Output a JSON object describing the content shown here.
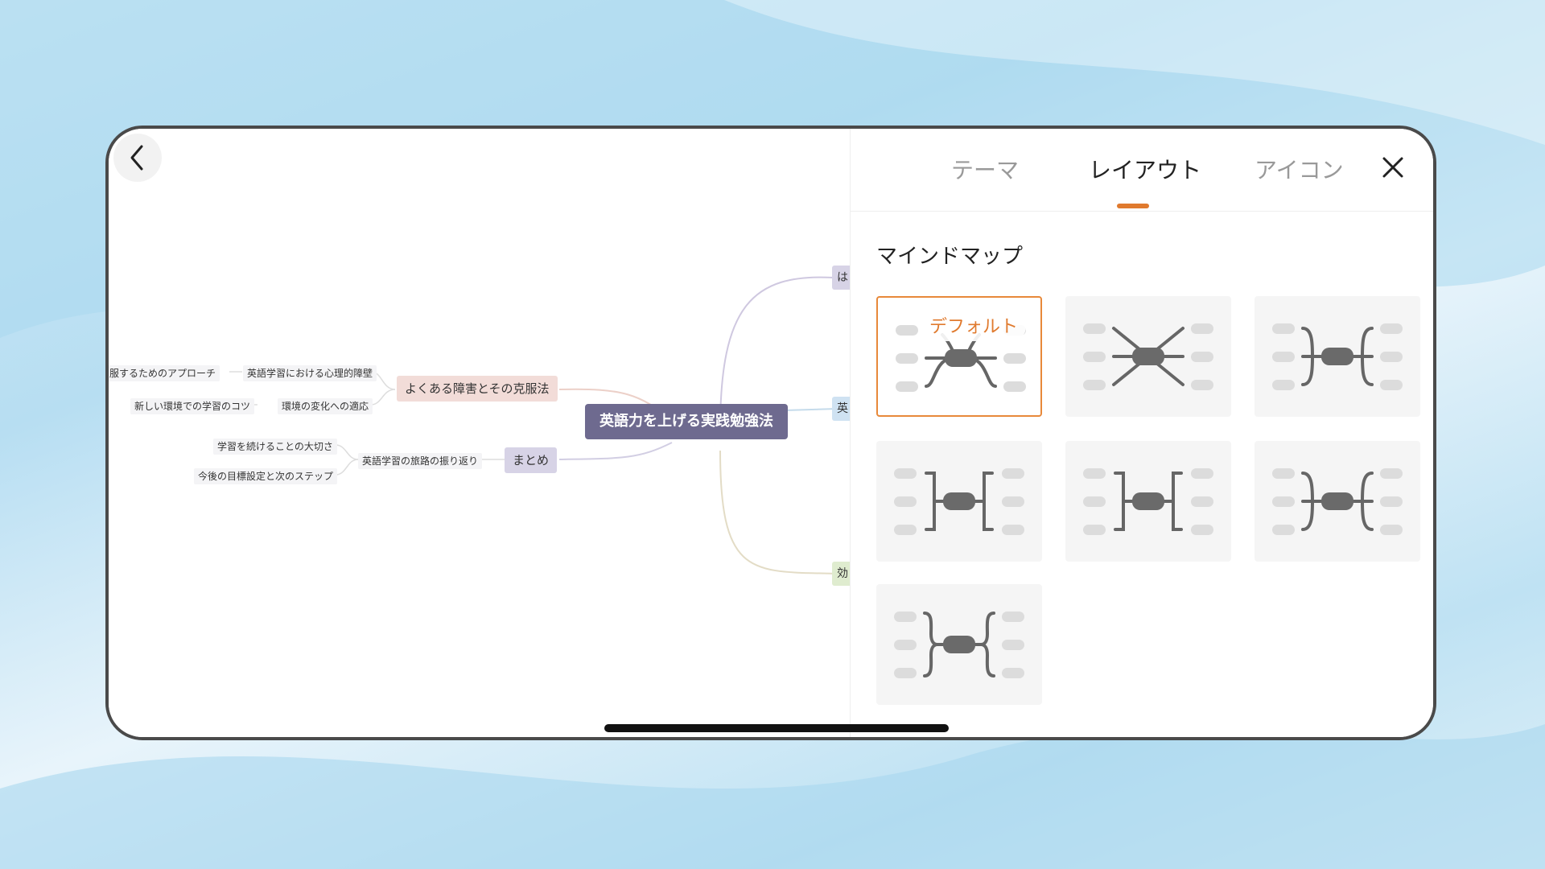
{
  "canvas": {
    "central_topic": "英語力を上げる実践勉強法",
    "branches": [
      {
        "label": "よくある障害とその克服法",
        "children": [
          "英語学習における心理的障壁",
          "環境の変化への適応"
        ],
        "grandchildren": [
          "服するためのアプローチ",
          "新しい環境での学習のコツ"
        ]
      },
      {
        "label": "まとめ",
        "children": [
          "英語学習の旅路の振り返り"
        ],
        "grandchildren": [
          "学習を続けることの大切さ",
          "今後の目標設定と次のステップ"
        ]
      }
    ],
    "right_edge_nodes": [
      "は",
      "英",
      "効"
    ]
  },
  "panel": {
    "tabs": [
      {
        "label": "テーマ",
        "active": false
      },
      {
        "label": "レイアウト",
        "active": true
      },
      {
        "label": "アイコン",
        "active": false
      }
    ],
    "section_title": "マインドマップ",
    "layouts": [
      {
        "id": "default",
        "label": "デフォルト",
        "selected": true,
        "style": "curved"
      },
      {
        "id": "straight",
        "label": "",
        "selected": false,
        "style": "straight"
      },
      {
        "id": "curly-brace",
        "label": "",
        "selected": false,
        "style": "curly"
      },
      {
        "id": "square-bracket",
        "label": "",
        "selected": false,
        "style": "square"
      },
      {
        "id": "square-bracket-2",
        "label": "",
        "selected": false,
        "style": "square"
      },
      {
        "id": "curly-brace-2",
        "label": "",
        "selected": false,
        "style": "curly"
      },
      {
        "id": "large-brace",
        "label": "",
        "selected": false,
        "style": "brace"
      }
    ],
    "accent_color": "#e07a2e"
  },
  "icons": {
    "back": "chevron-left-icon",
    "close": "close-icon"
  }
}
